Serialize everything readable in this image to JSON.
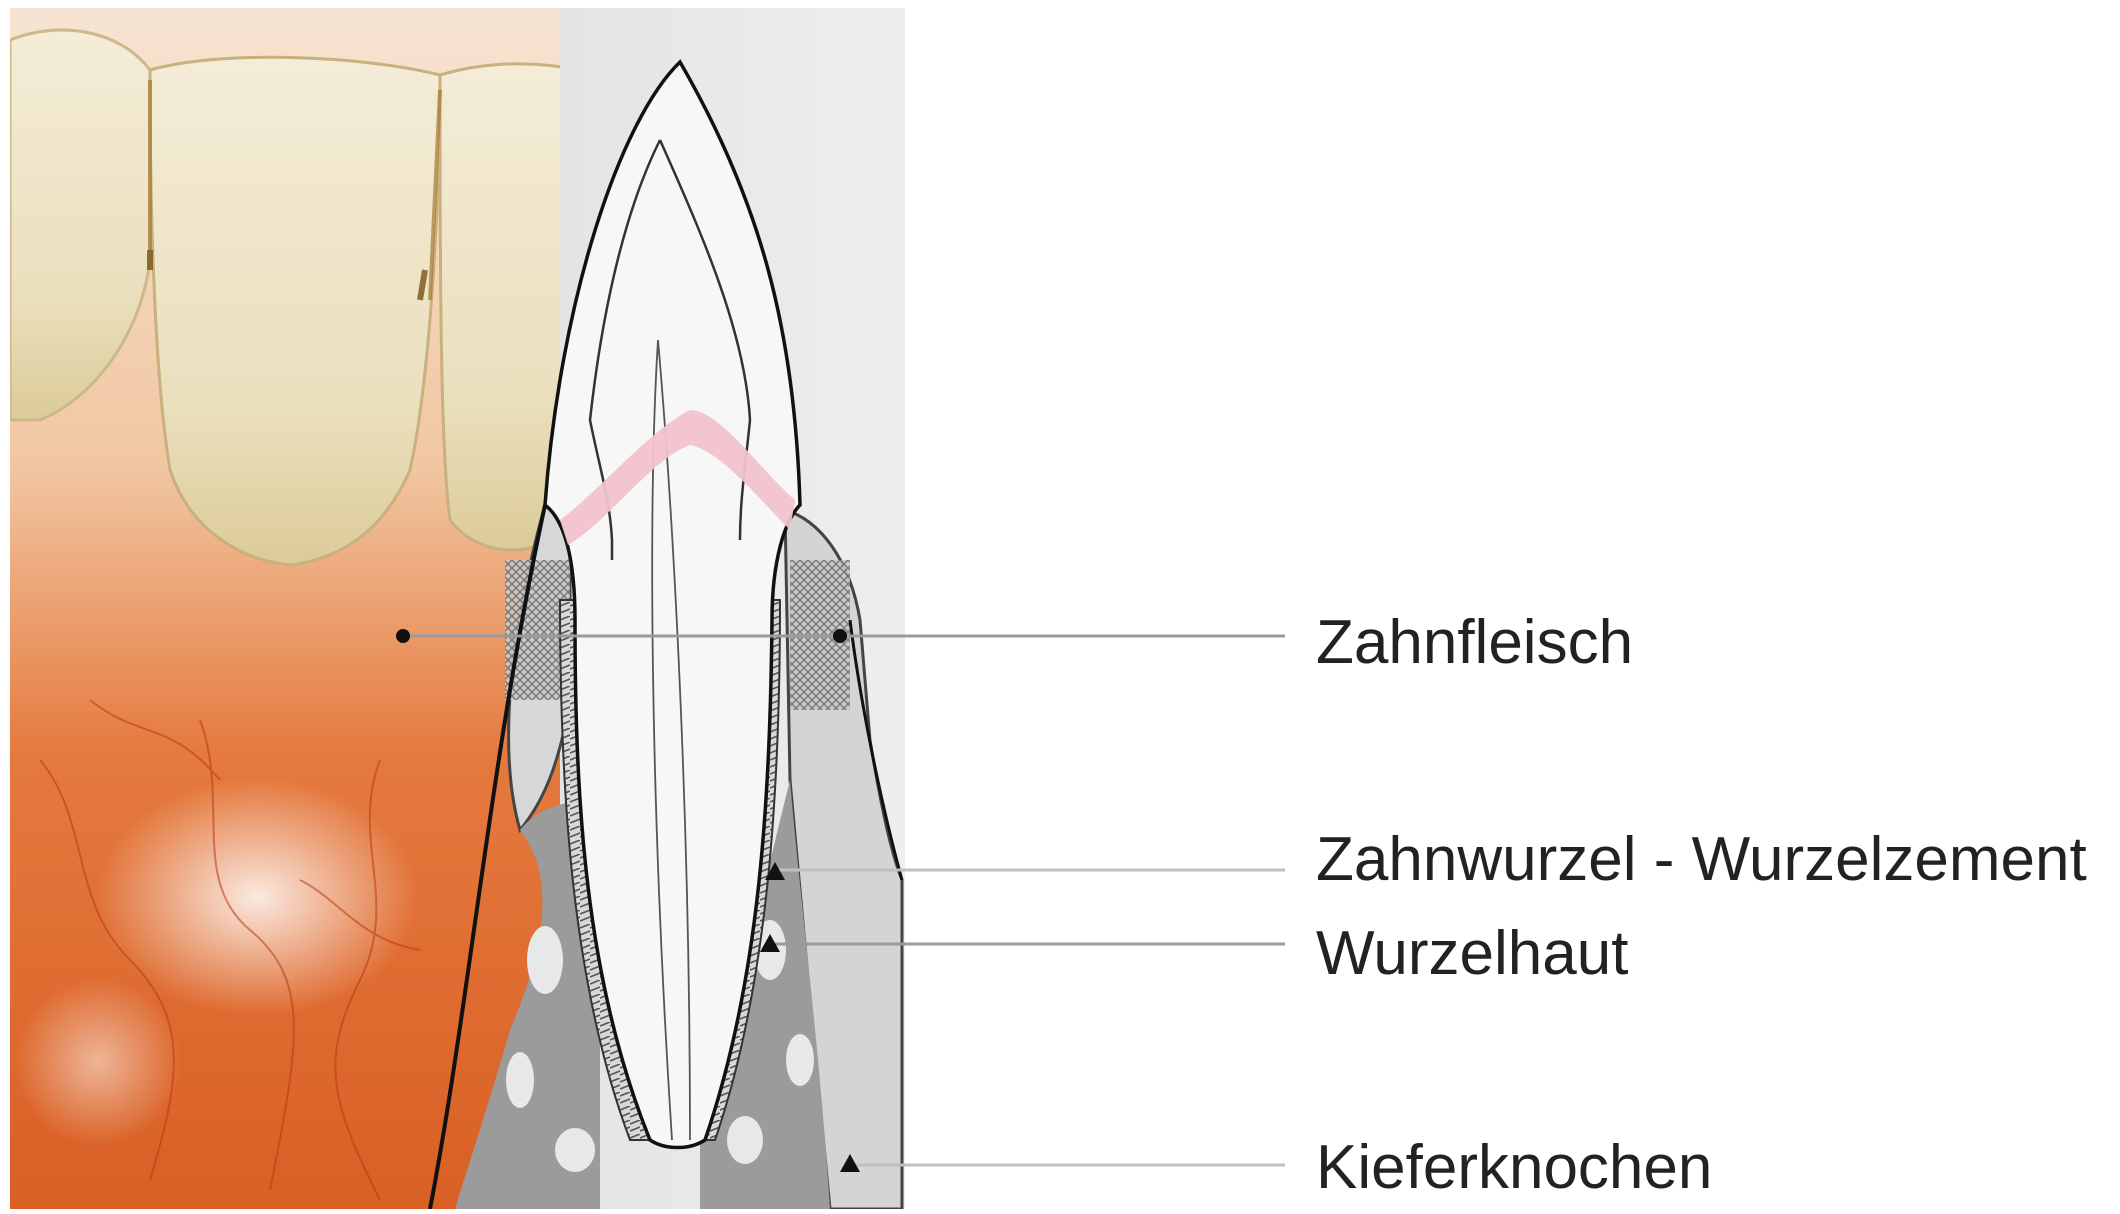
{
  "labels": [
    {
      "text": "Zahnfleisch"
    },
    {
      "text": "Zahnwurzel - Wurzelzement"
    },
    {
      "text": "Wurzelhaut"
    },
    {
      "text": "Kieferknochen"
    }
  ],
  "colors": {
    "gum_light": "#f3c9a8",
    "gum_dark": "#e0682e",
    "tooth_enamel": "#efe6c8",
    "diagram_panel": "#e6e8ea",
    "bone": "#9a9a9a",
    "gingiva_pink": "#f2c2cc",
    "leader_line": "#b8b8b8",
    "label_text": "#222222"
  }
}
